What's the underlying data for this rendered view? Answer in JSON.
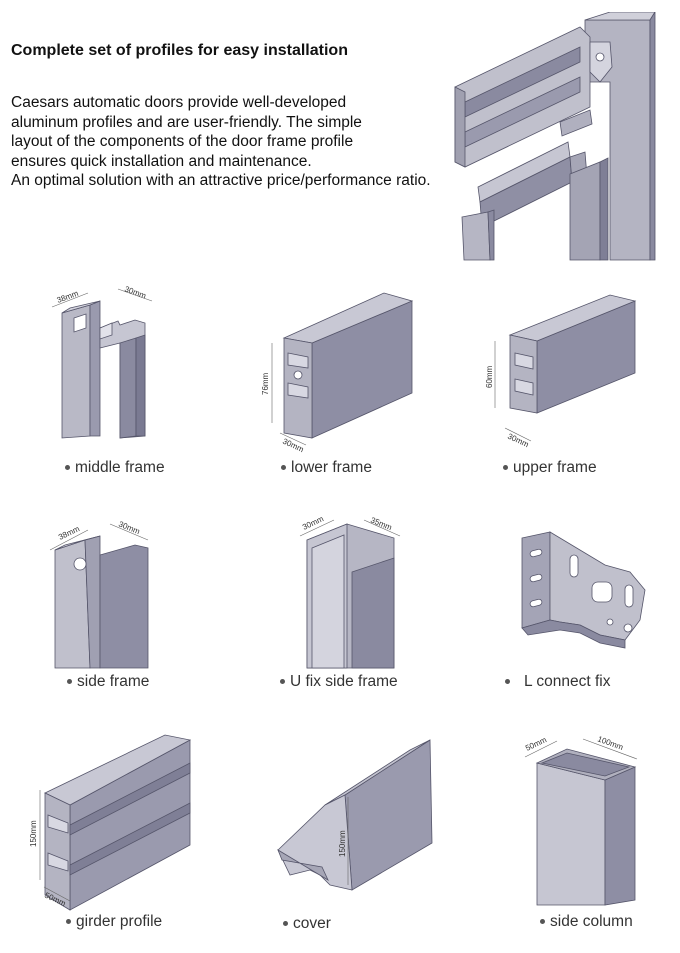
{
  "header": {
    "title": "Complete set of profiles for easy installation",
    "intro_lines": [
      "Caesars automatic doors provide well-developed",
      "aluminum profiles and are user-friendly. The simple",
      "layout of the components of the door frame profile",
      "ensures quick installation and maintenance.",
      "An optimal solution with an attractive price/performance ratio."
    ]
  },
  "profiles": [
    {
      "name": "middle frame",
      "dims": [
        "38mm",
        "30mm"
      ]
    },
    {
      "name": "lower frame",
      "dims": [
        "76mm",
        "30mm"
      ]
    },
    {
      "name": "upper frame",
      "dims": [
        "60mm",
        "30mm"
      ]
    },
    {
      "name": "side frame",
      "dims": [
        "38mm",
        "30mm"
      ]
    },
    {
      "name": "U fix side frame",
      "dims": [
        "30mm",
        "35mm"
      ]
    },
    {
      "name": "L connect fix",
      "dims": []
    },
    {
      "name": "girder profile",
      "dims": [
        "150mm",
        "50mm"
      ]
    },
    {
      "name": "cover",
      "dims": [
        "150mm"
      ]
    },
    {
      "name": "side column",
      "dims": [
        "50mm",
        "100mm"
      ]
    }
  ],
  "colors": {
    "face_dark": "#8a8aa0",
    "face_mid": "#a9a9b8",
    "face_light": "#c8c8d2",
    "outline": "#55556a"
  }
}
